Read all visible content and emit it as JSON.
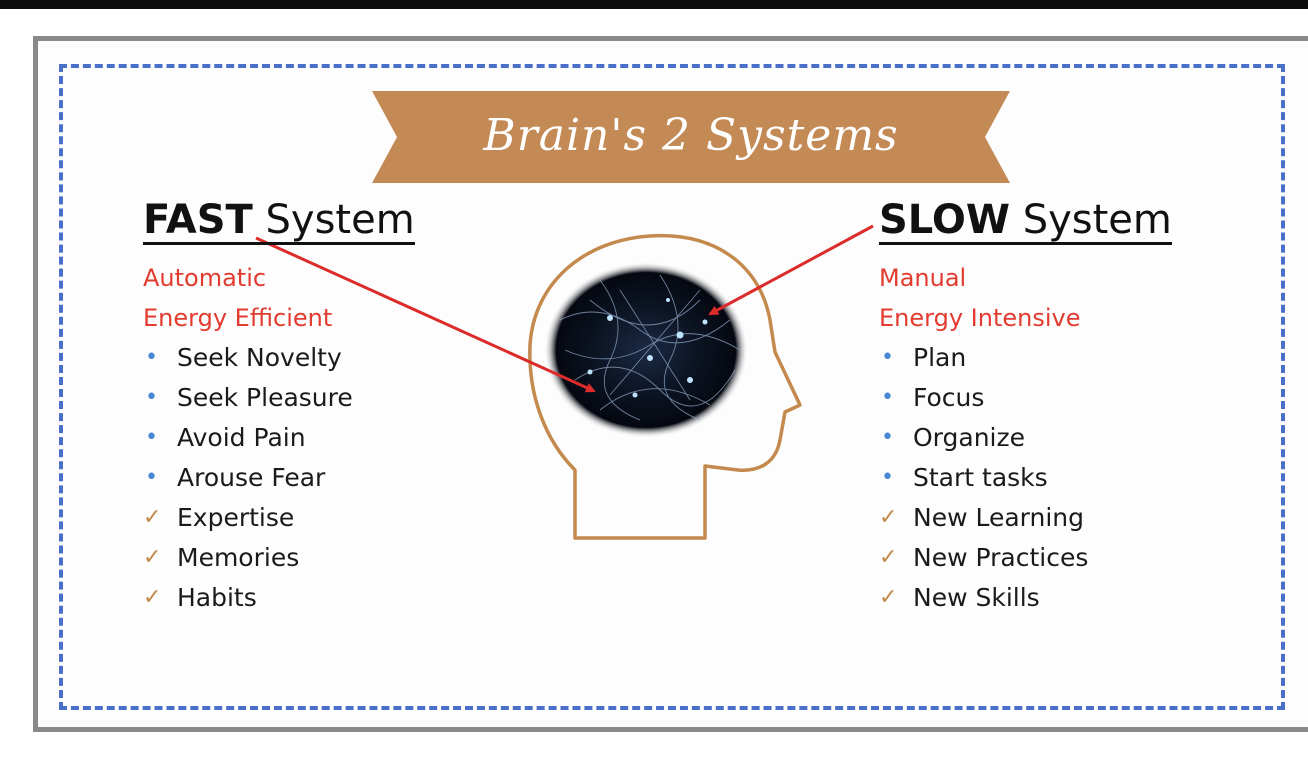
{
  "title": "Brain's 2 Systems",
  "fast": {
    "bold": "FAST",
    "rest": "System",
    "taglines": [
      "Automatic",
      "Energy Efficient"
    ],
    "bullets": [
      "Seek Novelty",
      "Seek Pleasure",
      "Avoid Pain",
      "Arouse Fear"
    ],
    "checks": [
      "Expertise",
      "Memories",
      "Habits"
    ]
  },
  "slow": {
    "bold": "SLOW",
    "rest": "System",
    "taglines": [
      "Manual",
      "Energy Intensive"
    ],
    "bullets": [
      "Plan",
      "Focus",
      "Organize",
      "Start tasks"
    ],
    "checks": [
      "New Learning",
      "New Practices",
      "New Skills"
    ]
  },
  "colors": {
    "banner": "#c48a55",
    "tagline": "#e23b2f",
    "arrow": "#dc2b2b",
    "head_outline": "#c4894d",
    "dashed_border": "#4a6fc9",
    "bullet": "#4a86d8",
    "check": "#c08a4a"
  },
  "icons": {
    "bullet": "•",
    "check": "✓"
  }
}
